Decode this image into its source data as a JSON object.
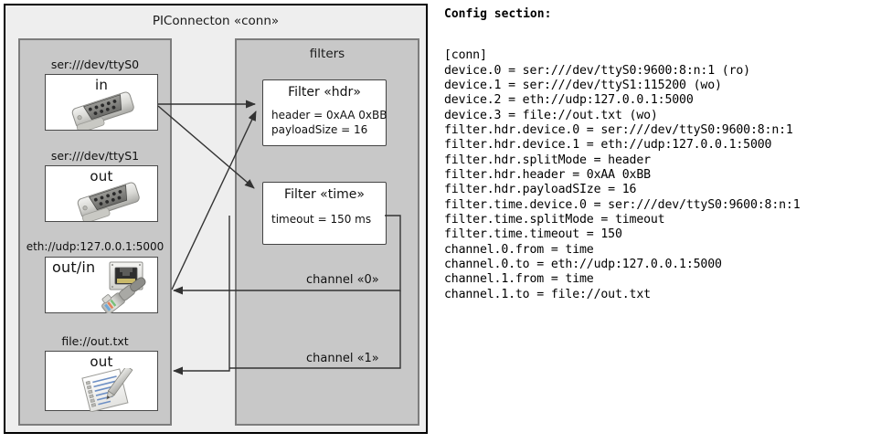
{
  "diagram": {
    "title": "PIConnecton «conn»",
    "devices_panel": {
      "name": "devices",
      "items": [
        {
          "label": "ser:///dev/ttyS0",
          "direction": "in",
          "icon": "serial-port-icon"
        },
        {
          "label": "ser:///dev/ttyS1",
          "direction": "out",
          "icon": "serial-port-icon"
        },
        {
          "label": "eth://udp:127.0.0.1:5000",
          "direction": "out/in",
          "icon": "ethernet-jack-icon"
        },
        {
          "label": "file://out.txt",
          "direction": "out",
          "icon": "text-document-icon"
        }
      ]
    },
    "filters_panel": {
      "title": "filters",
      "filters": [
        {
          "title": "Filter «hdr»",
          "props": [
            "header = 0xAA 0xBB",
            "payloadSize = 16"
          ]
        },
        {
          "title": "Filter «time»",
          "props": [
            "timeout = 150 ms"
          ]
        }
      ]
    },
    "channels": [
      {
        "label": "channel «0»"
      },
      {
        "label": "channel «1»"
      }
    ],
    "colors": {
      "frame_border": "#000000",
      "frame_fill": "#eeeeee",
      "panel_fill": "#c8c8c8",
      "panel_border": "#7d7d7d",
      "card_fill": "#ffffff",
      "card_border": "#444444",
      "connector": "#333333"
    }
  },
  "config": {
    "heading": "Config section:",
    "lines": [
      "[conn]",
      "device.0 = ser:///dev/ttyS0:9600:8:n:1 (ro)",
      "device.1 = ser:///dev/ttyS1:115200 (wo)",
      "device.2 = eth://udp:127.0.0.1:5000",
      "device.3 = file://out.txt (wo)",
      "filter.hdr.device.0 = ser:///dev/ttyS0:9600:8:n:1",
      "filter.hdr.device.1 = eth://udp:127.0.0.1:5000",
      "filter.hdr.splitMode = header",
      "filter.hdr.header = 0xAA 0xBB",
      "filter.hdr.payloadSIze = 16",
      "filter.time.device.0 = ser:///dev/ttyS0:9600:8:n:1",
      "filter.time.splitMode = timeout",
      "filter.time.timeout = 150",
      "channel.0.from = time",
      "channel.0.to = eth://udp:127.0.0.1:5000",
      "channel.1.from = time",
      "channel.1.to = file://out.txt"
    ]
  }
}
